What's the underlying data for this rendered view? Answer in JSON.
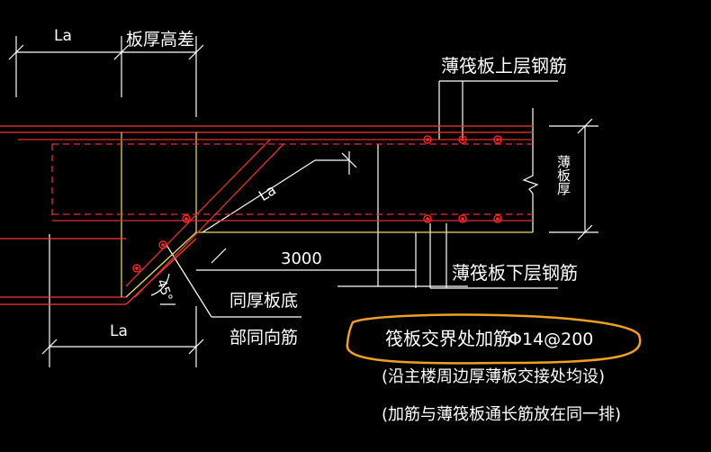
{
  "labels": {
    "la_top": "La",
    "slab_height_diff": "板厚高差",
    "thin_raft_top_rebar": "薄筏板上层钢筋",
    "la_diagonal": "La",
    "dim_3000": "3000",
    "thin_raft_bottom_rebar": "薄筏板下层钢筋",
    "same_thick_bottom_1": "同厚板底",
    "same_thick_bottom_2": "部同向筋",
    "la_bottom": "La",
    "angle": "45°",
    "junction_rebar": "筏板交界处加筋",
    "junction_rebar_spec": "Φ14@200",
    "note_1": "(沿主楼周边厚薄板交接处均设)",
    "note_2": "(加筋与薄筏板通长筋放在同一排)",
    "thin_slab_thickness": "薄板厚"
  },
  "colors": {
    "background": "#000000",
    "text": "#ffffff",
    "slab_line": "#ff3333",
    "rebar_line": "#e03030",
    "rebar_dot": "#ff2222",
    "yellow_line": "#e8e060",
    "highlight_ellipse": "#f0a020"
  }
}
